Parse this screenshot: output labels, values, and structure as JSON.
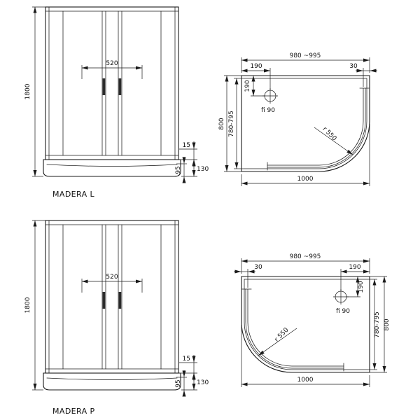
{
  "l": {
    "caption": "MADERA L",
    "front": {
      "height": "1800",
      "door_width": "520",
      "gap": "15",
      "tray_height": "130",
      "apron": "95"
    },
    "plan": {
      "width_range": "980 ~995",
      "drain_offset_x": "190",
      "edge_gap": "30",
      "drain_offset_y": "190",
      "drain_diameter": "fi 90",
      "corner_radius": "r 550",
      "depth_range": "780-795",
      "depth": "800",
      "width": "1000"
    }
  },
  "p": {
    "caption": "MADERA P",
    "front": {
      "height": "1800",
      "door_width": "520",
      "gap": "15",
      "tray_height": "130",
      "apron": "95"
    },
    "plan": {
      "width_range": "980 ~995",
      "edge_gap": "30",
      "drain_offset_x": "190",
      "drain_offset_y": "190",
      "drain_diameter": "fi 90",
      "corner_radius": "r 550",
      "depth_range": "780-795",
      "depth": "800",
      "width": "1000"
    }
  }
}
